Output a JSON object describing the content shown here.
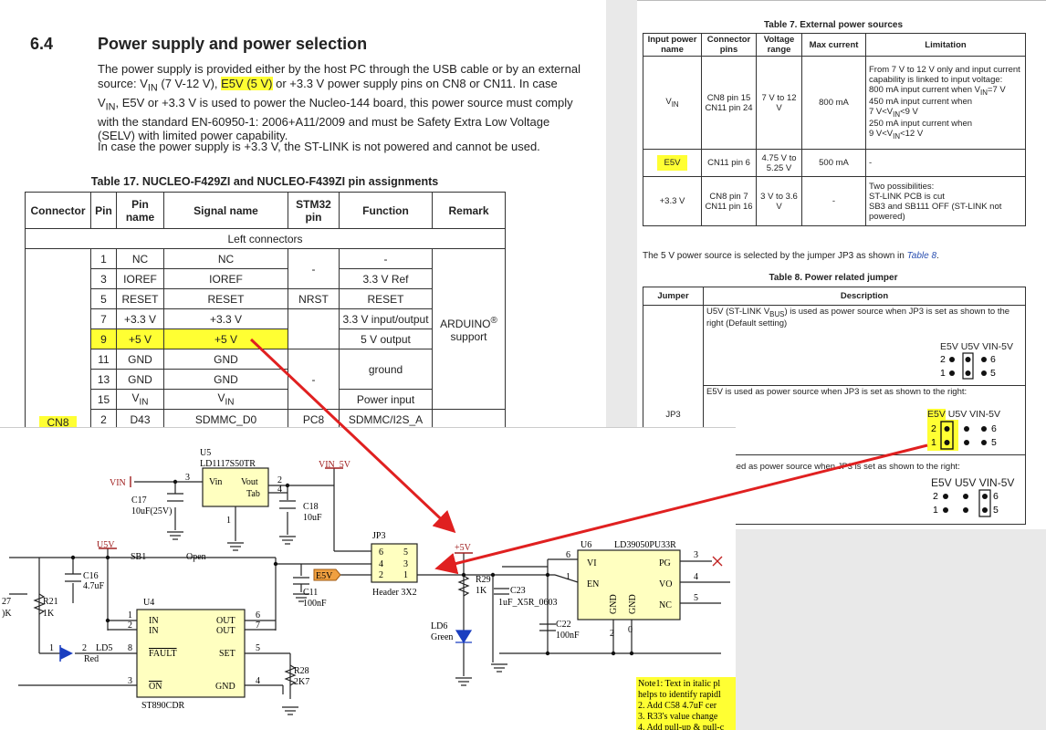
{
  "section": {
    "number": "6.4",
    "title": "Power supply and power selection",
    "p1_a": "The power supply is provided either by the host PC through the USB cable or by an external source: V",
    "p1_sub1": "IN",
    "p1_b": " (7 V-12 V), ",
    "p1_hl": "E5V (5 V)",
    "p1_c": " or +3.3 V power supply pins on CN8 or CN11. In case V",
    "p1_sub2": "IN",
    "p1_d": ", E5V or +3.3 V is used to power the Nucleo-144 board, this power source must comply with the standard EN-60950-1: 2006+A11/2009 and must be Safety Extra Low Voltage (SELV) with limited power capability.",
    "p2": "In case the power supply is +3.3 V, the ST-LINK is not powered and cannot be used."
  },
  "pin_table": {
    "caption": "Table 17. NUCLEO-F429ZI and NUCLEO-F439ZI pin assignments",
    "headers": [
      "Connector",
      "Pin",
      "Pin name",
      "Signal name",
      "STM32 pin",
      "Function",
      "Remark"
    ],
    "group_label": "Left connectors",
    "connector": "CN8",
    "remark": "ARDUINO",
    "remark_sup": "®",
    "remark_2": "support",
    "rows": [
      {
        "pin": "1",
        "pin_name": "NC",
        "signal": "NC",
        "stm32": "",
        "function": "-"
      },
      {
        "pin": "3",
        "pin_name": "IOREF",
        "signal": "IOREF",
        "stm32": "-",
        "function": "3.3 V Ref"
      },
      {
        "pin": "5",
        "pin_name": "RESET",
        "signal": "RESET",
        "stm32": "NRST",
        "function": "RESET"
      },
      {
        "pin": "7",
        "pin_name": "+3.3 V",
        "signal": "+3.3 V",
        "stm32": "",
        "function": "3.3 V input/output"
      },
      {
        "pin": "9",
        "pin_name": "+5 V",
        "signal": "+5 V",
        "stm32": "",
        "function": "5 V output"
      },
      {
        "pin": "11",
        "pin_name": "GND",
        "signal": "GND",
        "stm32": "-",
        "function": "ground"
      },
      {
        "pin": "13",
        "pin_name": "GND",
        "signal": "GND",
        "stm32": "",
        "function": ""
      },
      {
        "pin": "15",
        "pin_name": "V",
        "pin_sub": "IN",
        "signal": "V",
        "signal_sub": "IN",
        "stm32": "",
        "function": "Power input"
      },
      {
        "pin": "2",
        "pin_name": "D43",
        "signal": "SDMMC_D0",
        "stm32": "PC8",
        "function": "SDMMC/I2S_A"
      }
    ]
  },
  "ext_table": {
    "caption": "Table 7. External power sources",
    "headers": [
      "Input power name",
      "Connector pins",
      "Voltage range",
      "Max current",
      "Limitation"
    ],
    "rows": [
      {
        "name": "V",
        "name_sub": "IN",
        "pins_1": "CN8 pin 15",
        "pins_2": "CN11 pin 24",
        "voltage": "7 V to 12 V",
        "current": "800 mA",
        "lim_1": "From 7 V to 12 V only and input current capability is linked to input voltage:",
        "lim_2": "800 mA input current when V",
        "lim_2_sub": "IN",
        "lim_2_end": "=7 V",
        "lim_3": "450 mA input current when",
        "lim_3_b": "7 V<V",
        "lim_3_sub": "IN",
        "lim_3_end": "<9 V",
        "lim_4": "250 mA input current when",
        "lim_4_b": "9 V<V",
        "lim_4_sub": "IN",
        "lim_4_end": "<12 V"
      },
      {
        "name": "E5V",
        "pins": "CN11 pin 6",
        "voltage_1": "4.75 V to",
        "voltage_2": "5.25 V",
        "current": "500 mA",
        "lim": "-"
      },
      {
        "name": "+3.3 V",
        "pins_1": "CN8 pin 7",
        "pins_2": "CN11 pin 16",
        "voltage": "3 V to 3.6 V",
        "current": "-",
        "lim_1": "Two possibilities:",
        "lim_2": "ST-LINK PCB is cut",
        "lim_3": "SB3 and SB111 OFF (ST-LINK not powered)"
      }
    ],
    "note_a": "The 5 V power source is selected by the jumper JP3 as shown in ",
    "note_link": "Table 8",
    "note_b": "."
  },
  "jumper_table": {
    "caption": "Table 8. Power related jumper",
    "headers": [
      "Jumper",
      "Description"
    ],
    "jumper": "JP3",
    "desc_1a": "U5V (ST-LINK V",
    "desc_1_sub": "BUS",
    "desc_1b": ") is used as power source when JP3 is set as shown to the right (Default setting)",
    "desc_2": "E5V is used as power source when JP3 is set as shown to the right:",
    "desc_3": "sed as power source when JP3 is set as shown to the right:",
    "pin_labels": "E5V U5V VIN-5V",
    "pin_labels_e5v": "E5V",
    "pin_labels_rest": " U5V VIN-5V",
    "row_top_left": "2",
    "row_bot_left": "1",
    "row_top_right": "6",
    "row_bot_right": "5"
  },
  "schematic": {
    "u5_ref": "U5",
    "u5_part": "LD1117S50TR",
    "u5_vin": "Vin",
    "u5_vout": "Vout",
    "u5_tab": "Tab",
    "u5_pin3": "3",
    "u5_pin2": "2",
    "u5_pin4": "4",
    "u5_pin1": "1",
    "vin": "VIN",
    "vin_5v": "VIN_5V",
    "c17": "C17",
    "c17_val": "10uF(25V)",
    "c18": "C18",
    "c18_val": "10uF",
    "u5v": "U5V",
    "sb1": "SB1",
    "open": "Open",
    "c16": "C16",
    "c16_val": "4.7uF",
    "e5v": "E5V",
    "c11": "C11",
    "c11_val": "100nF",
    "jp3": "JP3",
    "jp3_part": "Header 3X2",
    "jp_pins": [
      "6",
      "5",
      "4",
      "3",
      "2",
      "1"
    ],
    "p5v": "+5V",
    "r21": "R21",
    "r21_val": "1K",
    "r_left_1": "27",
    "r_left_2": ")K",
    "u4": "U4",
    "u4_in1": "IN",
    "u4_in2": "IN",
    "u4_out1": "OUT",
    "u4_out2": "OUT",
    "u4_fault": "FAULT",
    "u4_set": "SET",
    "u4_on": "ON",
    "u4_gnd": "GND",
    "u4_part": "ST890CDR",
    "u4_pins": {
      "p1": "1",
      "p2": "2",
      "p6": "6",
      "p7": "7",
      "p8": "8",
      "p5": "5",
      "p3": "3",
      "p4": "4"
    },
    "ld5": "LD5",
    "ld5_color": "Red",
    "ld5_pin1": "1",
    "ld5_pin2": "2",
    "r28": "R28",
    "r28_val": "2K7",
    "r29": "R29",
    "r29_val": "1K",
    "c23": "C23",
    "c23_val": "1uF_X5R_0603",
    "c22": "C22",
    "c22_val": "100nF",
    "ld6": "LD6",
    "ld6_color": "Green",
    "u6": "U6",
    "u6_part": "LD39050PU33R",
    "u6_vi": "VI",
    "u6_en": "EN",
    "u6_pg": "PG",
    "u6_vo": "VO",
    "u6_nc": "NC",
    "u6_gnd1": "GND",
    "u6_gnd2": "GND",
    "u6_pins": {
      "p6": "6",
      "p1": "1",
      "p3": "3",
      "p4": "4",
      "p5": "5",
      "p2": "2",
      "p0": "0"
    },
    "note_1": "Note1: Text in italic pl",
    "note_2": "helps to identify rapidl",
    "note_3": "2. Add C58 4.7uF cer",
    "note_4": "3. R33's value change",
    "note_5": "4. Add pull-up & pull-c"
  }
}
